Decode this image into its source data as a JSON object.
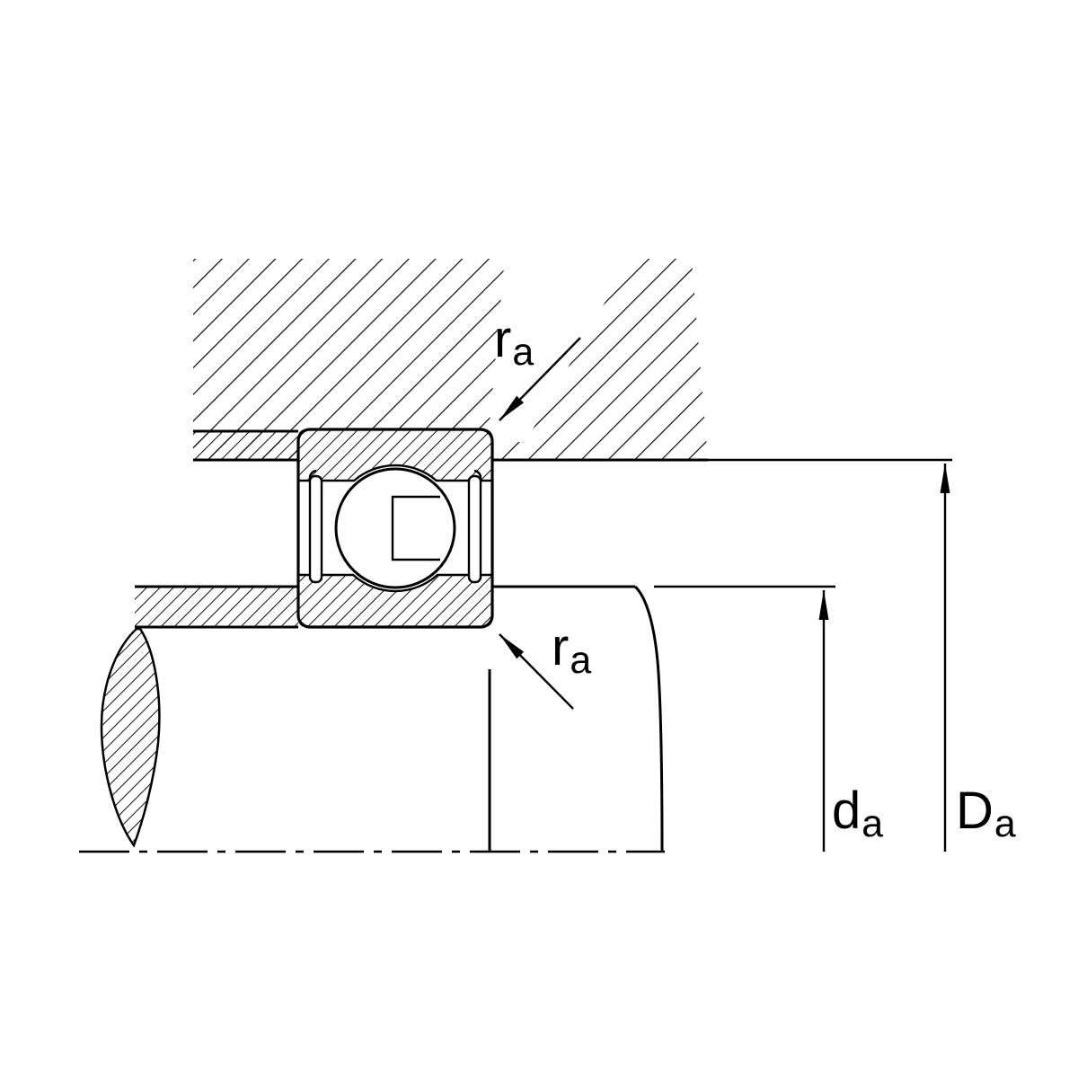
{
  "diagram": {
    "labels": {
      "housing_fillet": {
        "main": "r",
        "sub": "a"
      },
      "shaft_fillet": {
        "main": "r",
        "sub": "a"
      },
      "shaft_shoulder_diameter": {
        "main": "d",
        "sub": "a"
      },
      "housing_shoulder_diameter": {
        "main": "D",
        "sub": "a"
      }
    },
    "colors": {
      "line": "#000000",
      "background": "#ffffff"
    }
  }
}
